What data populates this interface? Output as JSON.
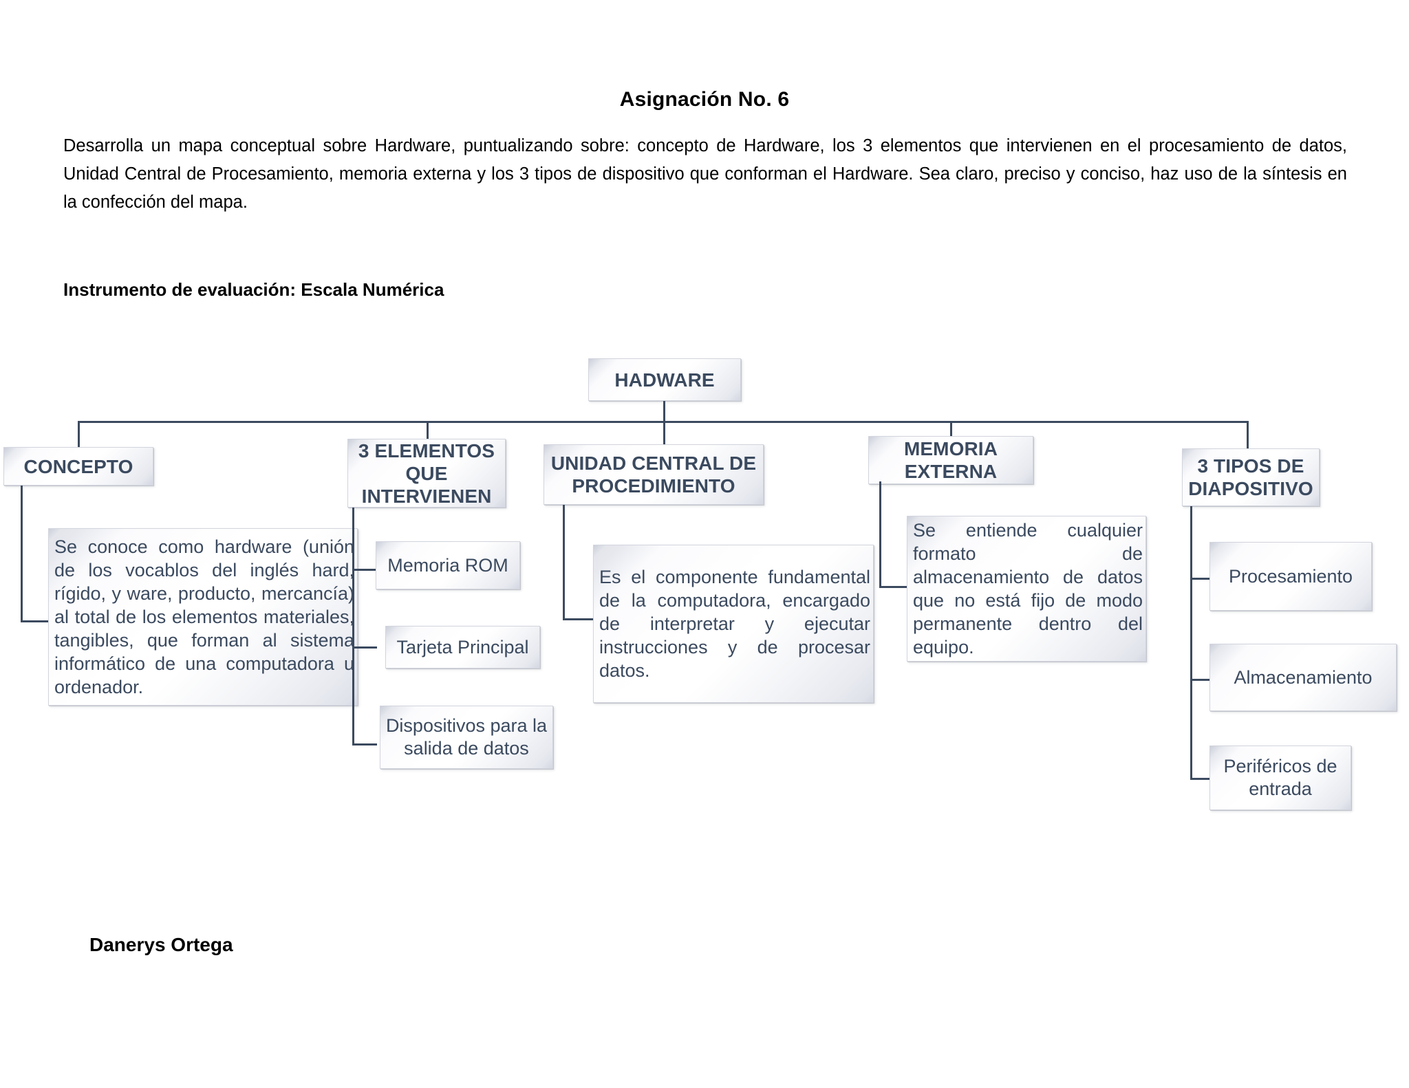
{
  "document": {
    "title": "Asignación No. 6",
    "paragraph": "Desarrolla un mapa conceptual sobre Hardware, puntualizando sobre: concepto de Hardware, los 3 elementos que intervienen en el procesamiento de datos, Unidad Central de Procesamiento, memoria externa y los 3 tipos de dispositivo que conforman el Hardware. Sea claro, preciso y conciso, haz uso de la síntesis en la confección del mapa.",
    "instrument": "Instrumento de evaluación: Escala Numérica",
    "author": "Danerys Ortega"
  },
  "colors": {
    "box_text": "#3b4a5f",
    "connector": "#3b4a5f",
    "box_fill_light": "#ffffff",
    "box_fill_shade": "#dcdfe7",
    "box_border": "#d2d5dd",
    "page_text": "#000000"
  },
  "concept_map": {
    "root": {
      "label": "HADWARE"
    },
    "branches": [
      {
        "id": "concepto",
        "label": "CONCEPTO",
        "detail": "Se conoce como hardware (unión de los vocablos del inglés hard, rígido, y ware, producto, mercancía) al total de los elementos materiales, tangibles, que forman al sistema informático de una computadora u ordenador.",
        "children": []
      },
      {
        "id": "tres-elementos",
        "label": "3 ELEMENTOS QUE INTERVIENEN",
        "detail": null,
        "children": [
          "Memoria ROM",
          "Tarjeta Principal",
          "Dispositivos para la salida de datos"
        ]
      },
      {
        "id": "unidad-central",
        "label": "UNIDAD CENTRAL DE PROCEDIMIENTO",
        "detail": "Es el componente fundamental de la computadora, encargado de interpretar y ejecutar instrucciones y de procesar datos.",
        "children": []
      },
      {
        "id": "memoria-externa",
        "label": "MEMORIA EXTERNA",
        "detail": "Se entiende cualquier formato de almacenamiento de datos que no está fijo de modo permanente dentro del equipo.",
        "children": []
      },
      {
        "id": "tres-tipos",
        "label": "3 TIPOS DE DIAPOSITIVO",
        "detail": null,
        "children": [
          "Procesamiento",
          "Almacenamiento",
          "Periféricos de entrada"
        ]
      }
    ]
  }
}
